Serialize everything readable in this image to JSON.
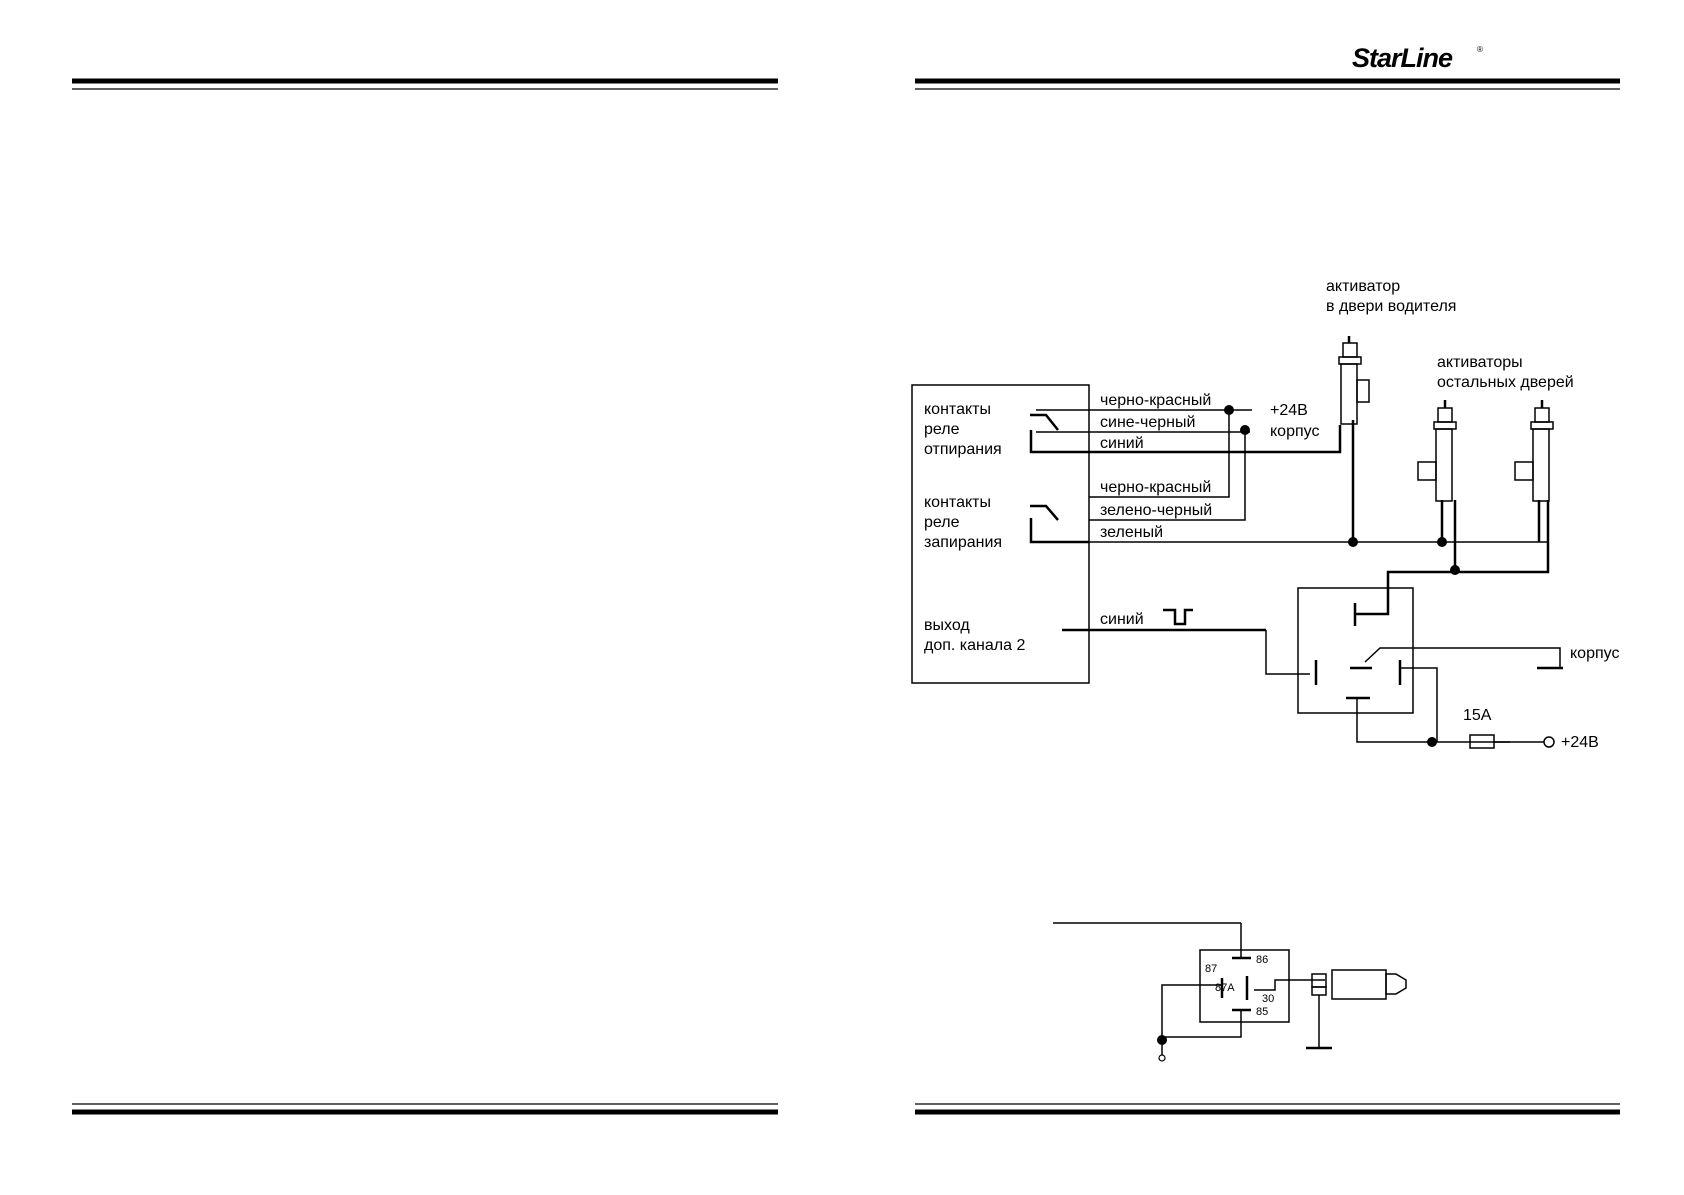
{
  "header": {
    "brand": "StarLine",
    "brand_mark": "®"
  },
  "diagram_main": {
    "unit_labels": {
      "unlock_relay": [
        "контакты",
        "реле",
        "отпирания"
      ],
      "lock_relay": [
        "контакты",
        "реле",
        "запирания"
      ],
      "aux_output": [
        "выход",
        "доп. канала 2"
      ]
    },
    "wires": {
      "black_red_1": "черно-красный",
      "blue_black": "сине-черный",
      "blue_1": "синий",
      "black_red_2": "черно-красный",
      "green_black": "зелено-черный",
      "green": "зеленый",
      "blue_2": "синий"
    },
    "terminals": {
      "plus24_top": "+24В",
      "ground_top": "корпус",
      "ground_relay": "корпус",
      "plus24_bottom": "+24В"
    },
    "fuse": "15А",
    "driver_actuator": [
      "активатор",
      "в двери водителя"
    ],
    "other_actuators": [
      "активаторы",
      "остальных дверей"
    ]
  },
  "diagram_relay": {
    "pins": {
      "p86": "86",
      "p87": "87",
      "p87a": "87A",
      "p30": "30",
      "p85": "85"
    }
  }
}
